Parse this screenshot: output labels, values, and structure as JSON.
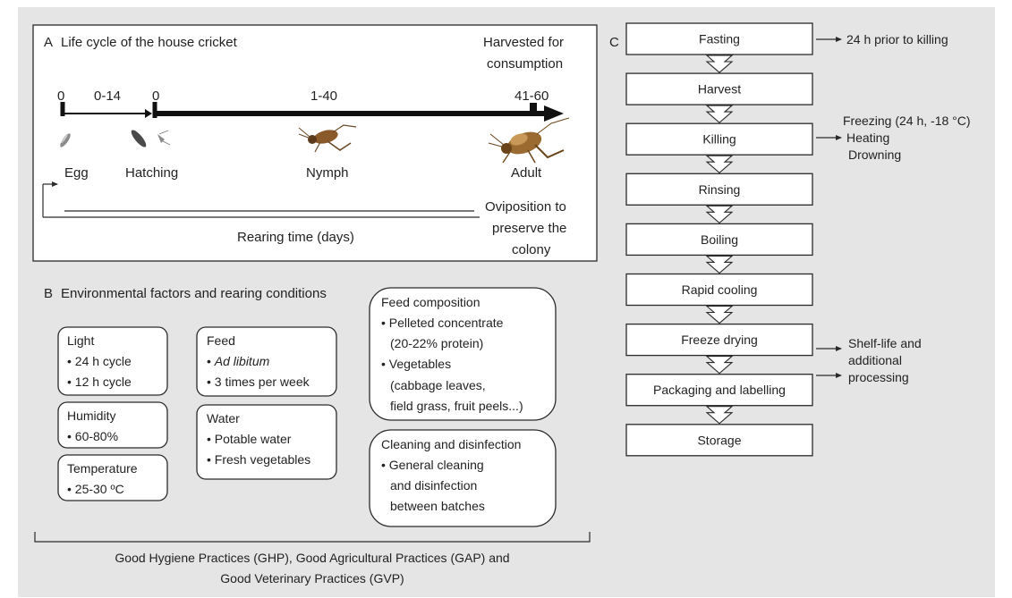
{
  "colors": {
    "background": "#e5e5e5",
    "panel": "#ffffff",
    "line": "#2a2a2a",
    "text": "#222222"
  },
  "panel_a": {
    "letter": "A",
    "title": "Life cycle of the house cricket",
    "harvested_line1": "Harvested for",
    "harvested_line2": "consumption",
    "day_start": "0",
    "day_hatch_range": "0-14",
    "day_restart": "0",
    "day_nymph_range": "1-40",
    "day_adult_range": "41-60",
    "stages": [
      "Egg",
      "Hatching",
      "Nymph",
      "Adult"
    ],
    "oviposition_line1": "Oviposition to",
    "oviposition_line2": "preserve the",
    "oviposition_line3": "colony",
    "rearing_time": "Rearing time (days)",
    "images": [
      "egg-icon",
      "hatchling-icon",
      "nymph-cricket-icon",
      "adult-cricket-icon"
    ]
  },
  "panel_b": {
    "letter": "B",
    "title": "Environmental factors and rearing conditions",
    "light": {
      "title": "Light",
      "items": [
        "• 24 h cycle",
        "• 12 h cycle"
      ]
    },
    "humidity": {
      "title": "Humidity",
      "items": [
        "• 60-80%"
      ]
    },
    "temperature": {
      "title": "Temperature",
      "items": [
        "• 25-30 ºC"
      ]
    },
    "feed": {
      "title": "Feed",
      "item1": "Ad libitum",
      "item1_bullet": "• ",
      "item2": "• 3 times per week"
    },
    "water": {
      "title": "Water",
      "items": [
        "• Potable water",
        "• Fresh vegetables"
      ]
    },
    "feed_composition": {
      "title": "Feed composition",
      "lines": [
        "• Pelleted concentrate",
        "(20-22% protein)",
        "• Vegetables",
        "(cabbage leaves,",
        "field grass, fruit peels...)"
      ]
    },
    "cleaning": {
      "title": "Cleaning and disinfection",
      "lines": [
        "• General cleaning",
        "and disinfection",
        "between batches"
      ]
    },
    "footer_line1": "Good Hygiene Practices (GHP), Good Agricultural Practices (GAP) and",
    "footer_line2": "Good Veterinary Practices (GVP)"
  },
  "panel_c": {
    "letter": "C",
    "steps": [
      "Fasting",
      "Harvest",
      "Killing",
      "Rinsing",
      "Boiling",
      "Rapid cooling",
      "Freeze drying",
      "Packaging and labelling",
      "Storage"
    ],
    "fasting_note": "24 h prior to killing",
    "killing_note_line1": "Freezing (24 h, -18 °C)",
    "killing_note_line2": "Heating",
    "killing_note_line3": "Drowning",
    "freeze_note_line1": "Shelf-life and",
    "freeze_note_line2": "additional",
    "freeze_note_line3": "processing"
  }
}
